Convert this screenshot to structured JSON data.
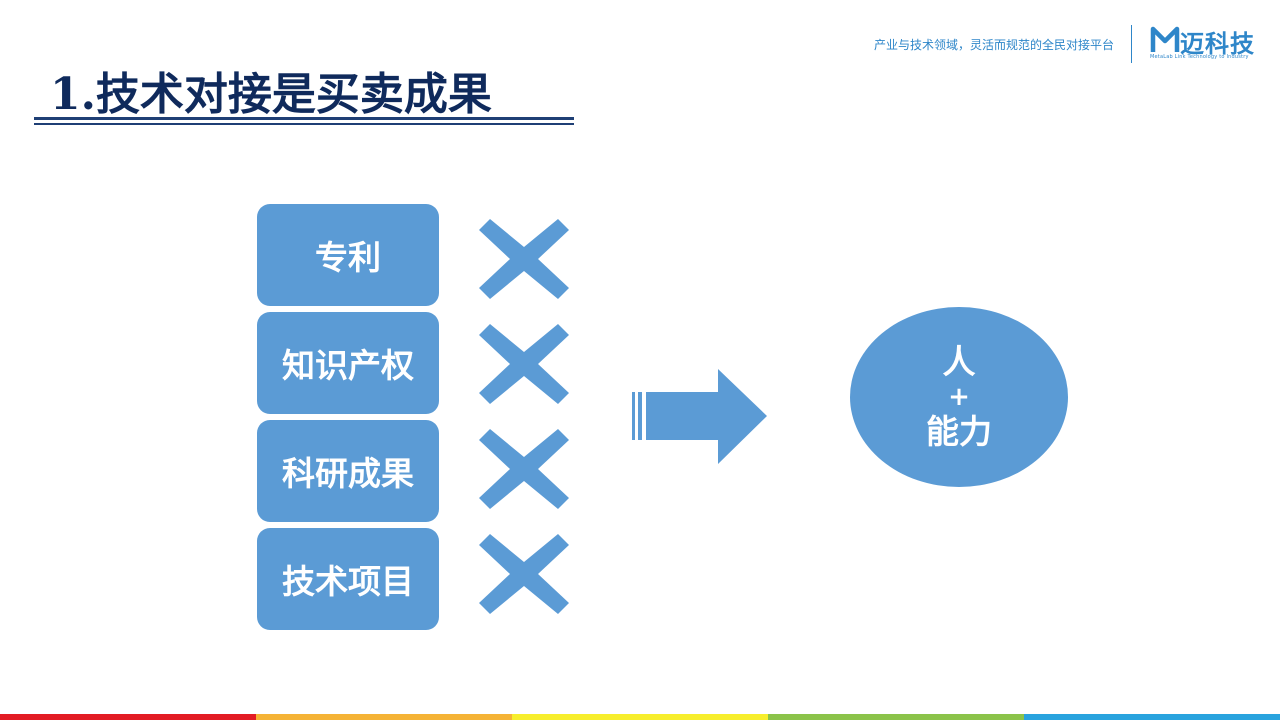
{
  "header": {
    "tagline": "产业与技术领域，灵活而规范的全民对接平台",
    "brand": {
      "mark": "M",
      "name": "迈科技",
      "subtitle": "MetaLab  Link Technology to Industry",
      "color": "#2e86c9"
    }
  },
  "title": "1.技术对接是买卖成果",
  "items": [
    {
      "label": "专利",
      "status_icon": "cross-icon"
    },
    {
      "label": "知识产权",
      "status_icon": "cross-icon"
    },
    {
      "label": "科研成果",
      "status_icon": "cross-icon"
    },
    {
      "label": "技术项目",
      "status_icon": "cross-icon"
    }
  ],
  "arrow_icon": "arrow-right-icon",
  "result": {
    "line1": "人",
    "line2": "+",
    "line3": "能力"
  },
  "colors": {
    "shape_fill": "#5b9bd5",
    "title_color": "#0f2a5c",
    "footer": [
      "#e31c24",
      "#f5b335",
      "#f7ee2c",
      "#8bc34a",
      "#29a3de"
    ]
  }
}
